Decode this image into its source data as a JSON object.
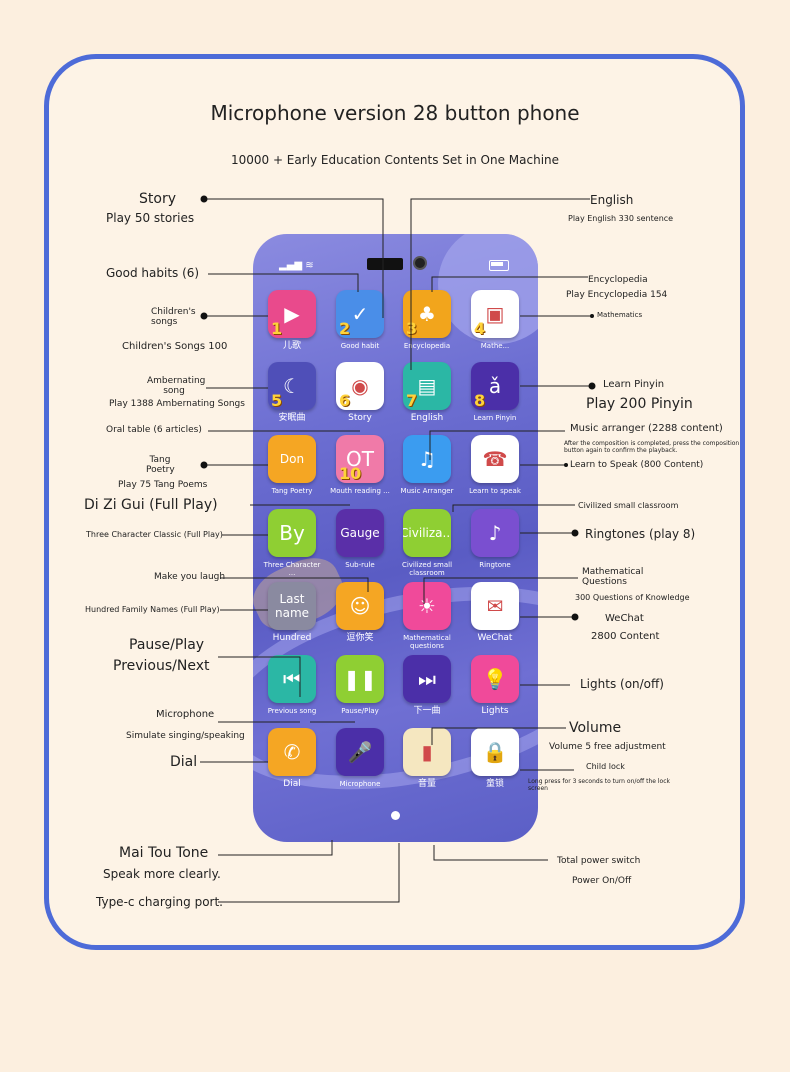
{
  "title": "Microphone version 28 button phone",
  "subtitle": "10000 + Early Education Contents Set in One Machine",
  "apps": [
    {
      "num": "1",
      "label": "儿歌",
      "color": "#e94a8c",
      "glyph": "▶"
    },
    {
      "num": "2",
      "label": "Good habit",
      "color": "#4a8ee8",
      "glyph": "✓"
    },
    {
      "num": "3",
      "label": "Encyclopedia",
      "color": "#f2a51c",
      "glyph": "♣"
    },
    {
      "num": "4",
      "label": "Mathe...",
      "color": "#ffffff",
      "glyph": "▣"
    },
    {
      "num": "5",
      "label": "安眠曲",
      "color": "#4f4fb8",
      "glyph": "☾"
    },
    {
      "num": "6",
      "label": "Story",
      "color": "#ffffff",
      "glyph": "◉"
    },
    {
      "num": "7",
      "label": "English",
      "color": "#2bb7a5",
      "glyph": "▤"
    },
    {
      "num": "8",
      "label": "Learn Pinyin",
      "color": "#4b2fa8",
      "glyph": "ǎ"
    },
    {
      "num": "",
      "label": "Tang Poetry",
      "color": "#f5a623",
      "glyph": "Don"
    },
    {
      "num": "10",
      "label": "Mouth reading ...",
      "color": "#f07aa8",
      "glyph": "OT"
    },
    {
      "num": "",
      "label": "Music Arranger",
      "color": "#3b9cf0",
      "glyph": "♫"
    },
    {
      "num": "",
      "label": "Learn to speak",
      "color": "#ffffff",
      "glyph": "☎"
    },
    {
      "num": "",
      "label": "Three Character ...",
      "color": "#8fcf33",
      "glyph": "By"
    },
    {
      "num": "",
      "label": "Sub-rule",
      "color": "#5a2fa8",
      "glyph": "Gauge"
    },
    {
      "num": "",
      "label": "Civilized small classroom",
      "color": "#8fcf33",
      "glyph": "Civiliza..."
    },
    {
      "num": "",
      "label": "Ringtone",
      "color": "#7a4fd0",
      "glyph": "♪"
    },
    {
      "num": "",
      "label": "Hundred",
      "color": "#8a8aa0",
      "glyph": "Last name"
    },
    {
      "num": "",
      "label": "逗你笑",
      "color": "#f5a623",
      "glyph": "☺"
    },
    {
      "num": "",
      "label": "Mathematical questions",
      "color": "#f04a9a",
      "glyph": "☀"
    },
    {
      "num": "",
      "label": "WeChat",
      "color": "#ffffff",
      "glyph": "✉"
    },
    {
      "num": "",
      "label": "Previous song",
      "color": "#2bb7a5",
      "glyph": "⏮"
    },
    {
      "num": "",
      "label": "Pause/Play",
      "color": "#8fcf33",
      "glyph": "❚❚"
    },
    {
      "num": "",
      "label": "下一曲",
      "color": "#4b2fa8",
      "glyph": "⏭"
    },
    {
      "num": "",
      "label": "Lights",
      "color": "#f04a9a",
      "glyph": "💡"
    },
    {
      "num": "",
      "label": "Dial",
      "color": "#f5a623",
      "glyph": "✆"
    },
    {
      "num": "",
      "label": "Microphone",
      "color": "#4b2fa8",
      "glyph": "🎤"
    },
    {
      "num": "",
      "label": "音量",
      "color": "#f5e7c0",
      "glyph": "▮"
    },
    {
      "num": "",
      "label": "童锁",
      "color": "#ffffff",
      "glyph": "🔒"
    }
  ],
  "callouts": {
    "story_t": "Story",
    "story_s": "Play 50 stories",
    "habits": "Good habits (6)",
    "childrens": "Children's songs",
    "childrens_s": "Children's Songs 100",
    "amber": "Ambernating song",
    "amber_s": "Play 1388 Ambernating Songs",
    "oral": "Oral table (6 articles)",
    "tang": "Tang Poetry",
    "tang_s": "Play 75 Tang Poems",
    "dizi": "Di Zi Gui (Full Play)",
    "three": "Three Character Classic (Full Play)",
    "laugh": "Make you laugh",
    "hundred": "Hundred Family Names (Full Play)",
    "pause": "Pause/Play",
    "prevnext": "Previous/Next",
    "mic": "Microphone",
    "mic_s": "Simulate singing/speaking",
    "dial": "Dial",
    "mai": "Mai Tou Tone",
    "mai_s": "Speak more clearly.",
    "typec": "Type-c charging port.",
    "english": "English",
    "english_s": "Play English 330 sentence",
    "ency": "Encyclopedia",
    "ency_s": "Play Encyclopedia 154",
    "math": "Mathematics",
    "pinyin": "Learn Pinyin",
    "pinyin_s": "Play 200 Pinyin",
    "music": "Music arranger (2288 content)",
    "music_s": "After the composition is completed, press the composition button again to confirm the playback.",
    "speak": "Learn to Speak (800 Content)",
    "civil": "Civilized small classroom",
    "ring": "Ringtones (play 8)",
    "mathq": "Mathematical Questions",
    "mathq_s": "300 Questions of Knowledge",
    "wechat": "WeChat",
    "wechat_s": "2800 Content",
    "lights": "Lights (on/off)",
    "volume": "Volume",
    "volume_s": "Volume 5 free adjustment",
    "child": "Child lock",
    "child_s": "Long press for 3 seconds to turn on/off the lock screen",
    "power": "Total power switch",
    "power_s": "Power On/Off"
  }
}
